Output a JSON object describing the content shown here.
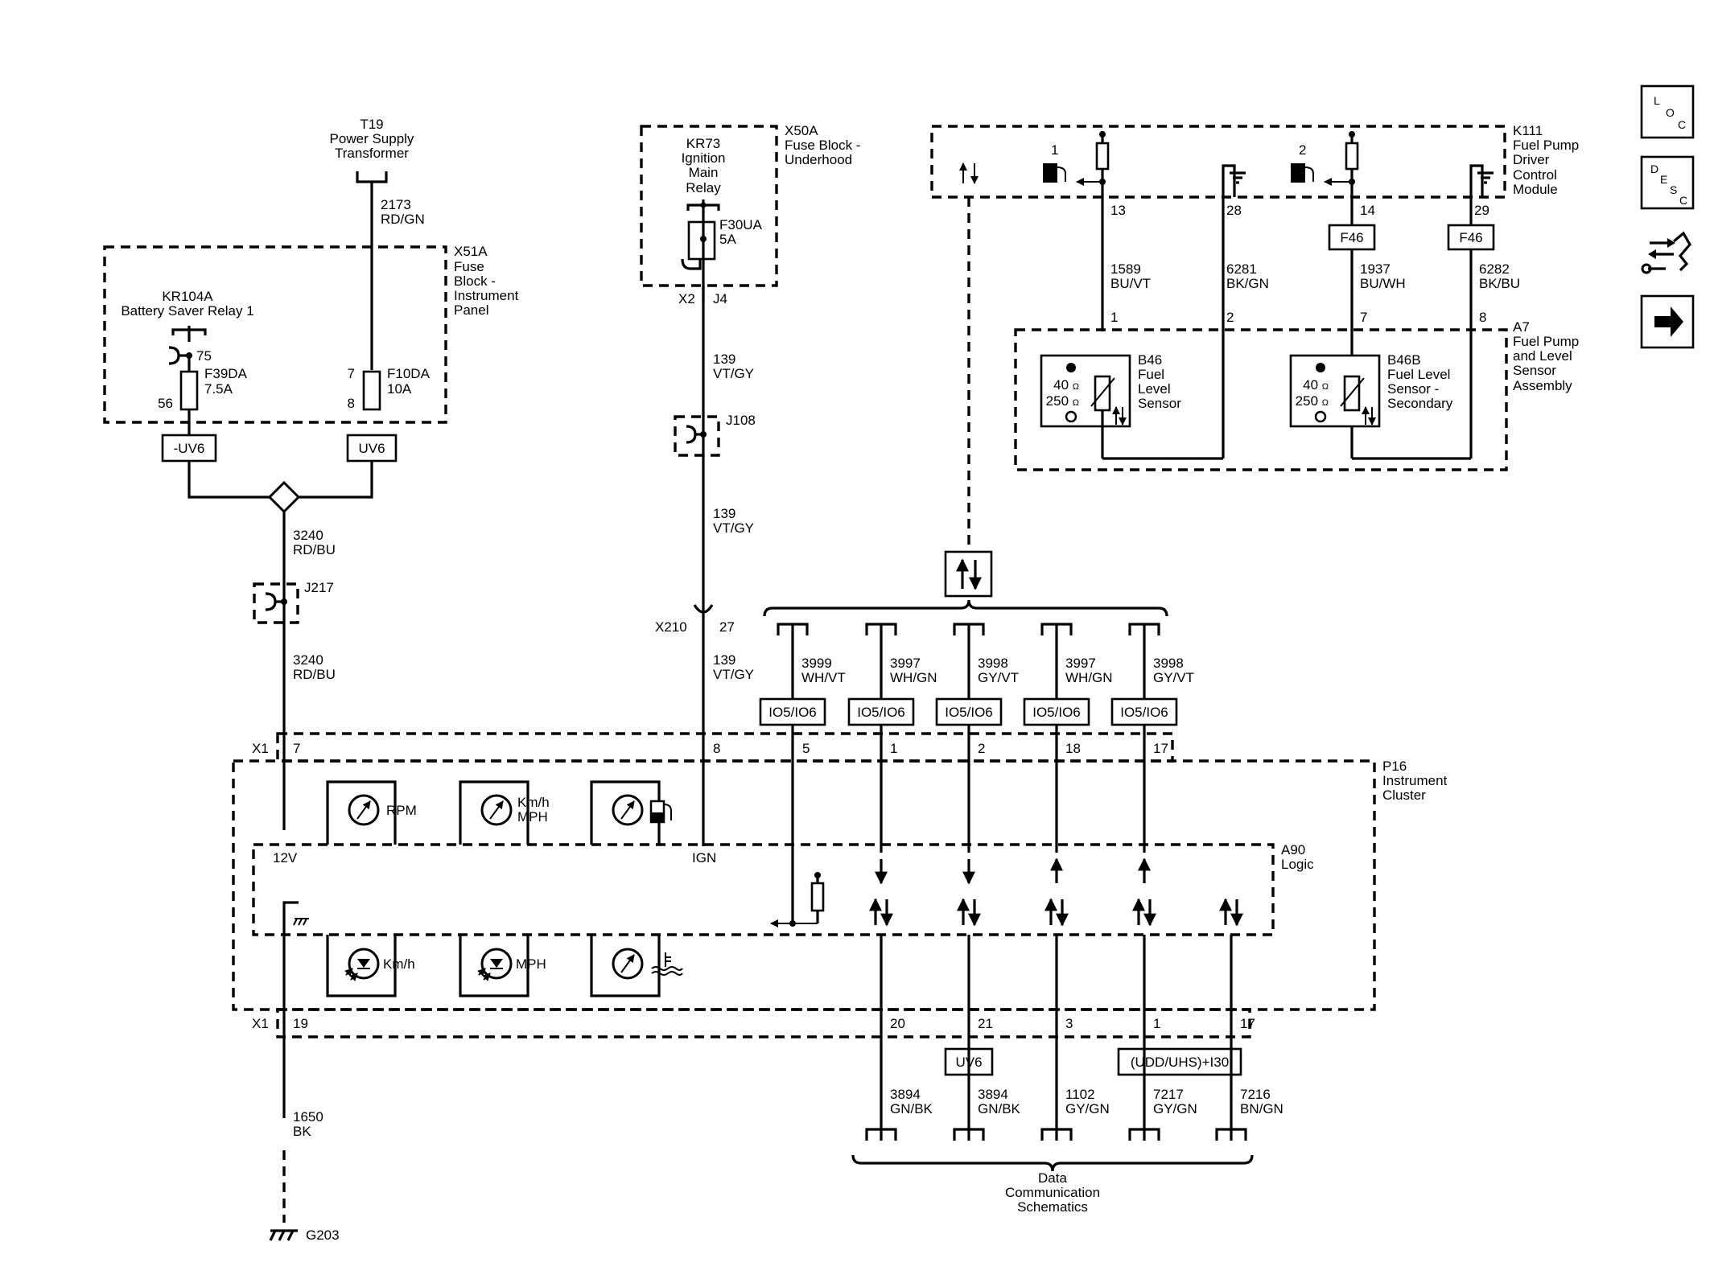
{
  "t19": [
    "T19",
    "Power Supply",
    "Transformer"
  ],
  "x51a": [
    "X51A",
    "Fuse",
    "Block -",
    "Instrument",
    "Panel"
  ],
  "kr104a": [
    "KR104A",
    "Battery Saver Relay 1"
  ],
  "f39da": [
    "F39DA",
    "7.5A"
  ],
  "f10da": [
    "F10DA",
    "10A"
  ],
  "pin75": "75",
  "pin56": "56",
  "pin7": "7",
  "pin8": "8",
  "w2173": [
    "2173",
    "RD/GN"
  ],
  "conn_neg_uv6": "-UV6",
  "conn_uv6": "UV6",
  "w3240a": [
    "3240",
    "RD/BU"
  ],
  "j217": "J217",
  "w3240b": [
    "3240",
    "RD/BU"
  ],
  "x50a": [
    "X50A",
    "Fuse Block -",
    "Underhood"
  ],
  "kr73": [
    "KR73",
    "Ignition",
    "Main",
    "Relay"
  ],
  "f30ua": [
    "F30UA",
    "5A"
  ],
  "x2": "X2",
  "j4": "J4",
  "w139a": [
    "139",
    "VT/GY"
  ],
  "j108": "J108",
  "w139b": [
    "139",
    "VT/GY"
  ],
  "x210": "X210",
  "pin27": "27",
  "w139c": [
    "139",
    "VT/GY"
  ],
  "k111": [
    "K111",
    "Fuel Pump",
    "Driver",
    "Control",
    "Module"
  ],
  "k111_pins": [
    "1",
    "2",
    "13",
    "28",
    "14",
    "29"
  ],
  "f46": [
    "F46",
    "F46"
  ],
  "w1589": [
    "1589",
    "BU/VT"
  ],
  "w6281": [
    "6281",
    "BK/GN"
  ],
  "w1937": [
    "1937",
    "BU/WH"
  ],
  "w6282": [
    "6282",
    "BK/BU"
  ],
  "a7_pins": [
    "1",
    "2",
    "7",
    "8"
  ],
  "a7": [
    "A7",
    "Fuel Pump",
    "and Level",
    "Sensor",
    "Assembly"
  ],
  "b46": [
    "B46",
    "Fuel",
    "Level",
    "Sensor"
  ],
  "b46b": [
    "B46B",
    "Fuel Level",
    "Sensor -",
    "Secondary"
  ],
  "ohm40": "40",
  "ohm250": "250",
  "ohm_sym": "Ω",
  "bus_top_wires": [
    [
      "3999",
      "WH/VT"
    ],
    [
      "3997",
      "WH/GN"
    ],
    [
      "3998",
      "GY/VT"
    ],
    [
      "3997",
      "WH/GN"
    ],
    [
      "3998",
      "GY/VT"
    ]
  ],
  "io": [
    "IO5/IO6",
    "IO5/IO6",
    "IO5/IO6",
    "IO5/IO6",
    "IO5/IO6"
  ],
  "x1_top": "X1",
  "x1_top_pins": [
    "7",
    "8",
    "5",
    "1",
    "2",
    "18",
    "17"
  ],
  "p16": [
    "P16",
    "Instrument",
    "Cluster"
  ],
  "rpm": "RPM",
  "kmh_mph": [
    "Km/h",
    "MPH"
  ],
  "a90": [
    "A90",
    "Logic"
  ],
  "v12": "12V",
  "ign": "IGN",
  "kmh": "Km/h",
  "mph": "MPH",
  "x1_bottom": "X1",
  "x1_bottom_pins": [
    "19",
    "20",
    "21",
    "3",
    "1",
    "17"
  ],
  "uv6_b": "UV6",
  "udd": "(UDD/UHS)+I30",
  "bottom_wires": [
    [
      "3894",
      "GN/BK"
    ],
    [
      "3894",
      "GN/BK"
    ],
    [
      "1102",
      "GY/GN"
    ],
    [
      "7217",
      "GY/GN"
    ],
    [
      "7216",
      "BN/GN"
    ]
  ],
  "w1650": [
    "1650",
    "BK"
  ],
  "g203": "G203",
  "data_comm": [
    "Data",
    "Communication",
    "Schematics"
  ],
  "side": {
    "loc": [
      "L",
      "O",
      "C"
    ],
    "desc": [
      "D",
      "E",
      "S",
      "C"
    ],
    "icons": [
      "connector-icon",
      "next-arrow-icon"
    ]
  }
}
